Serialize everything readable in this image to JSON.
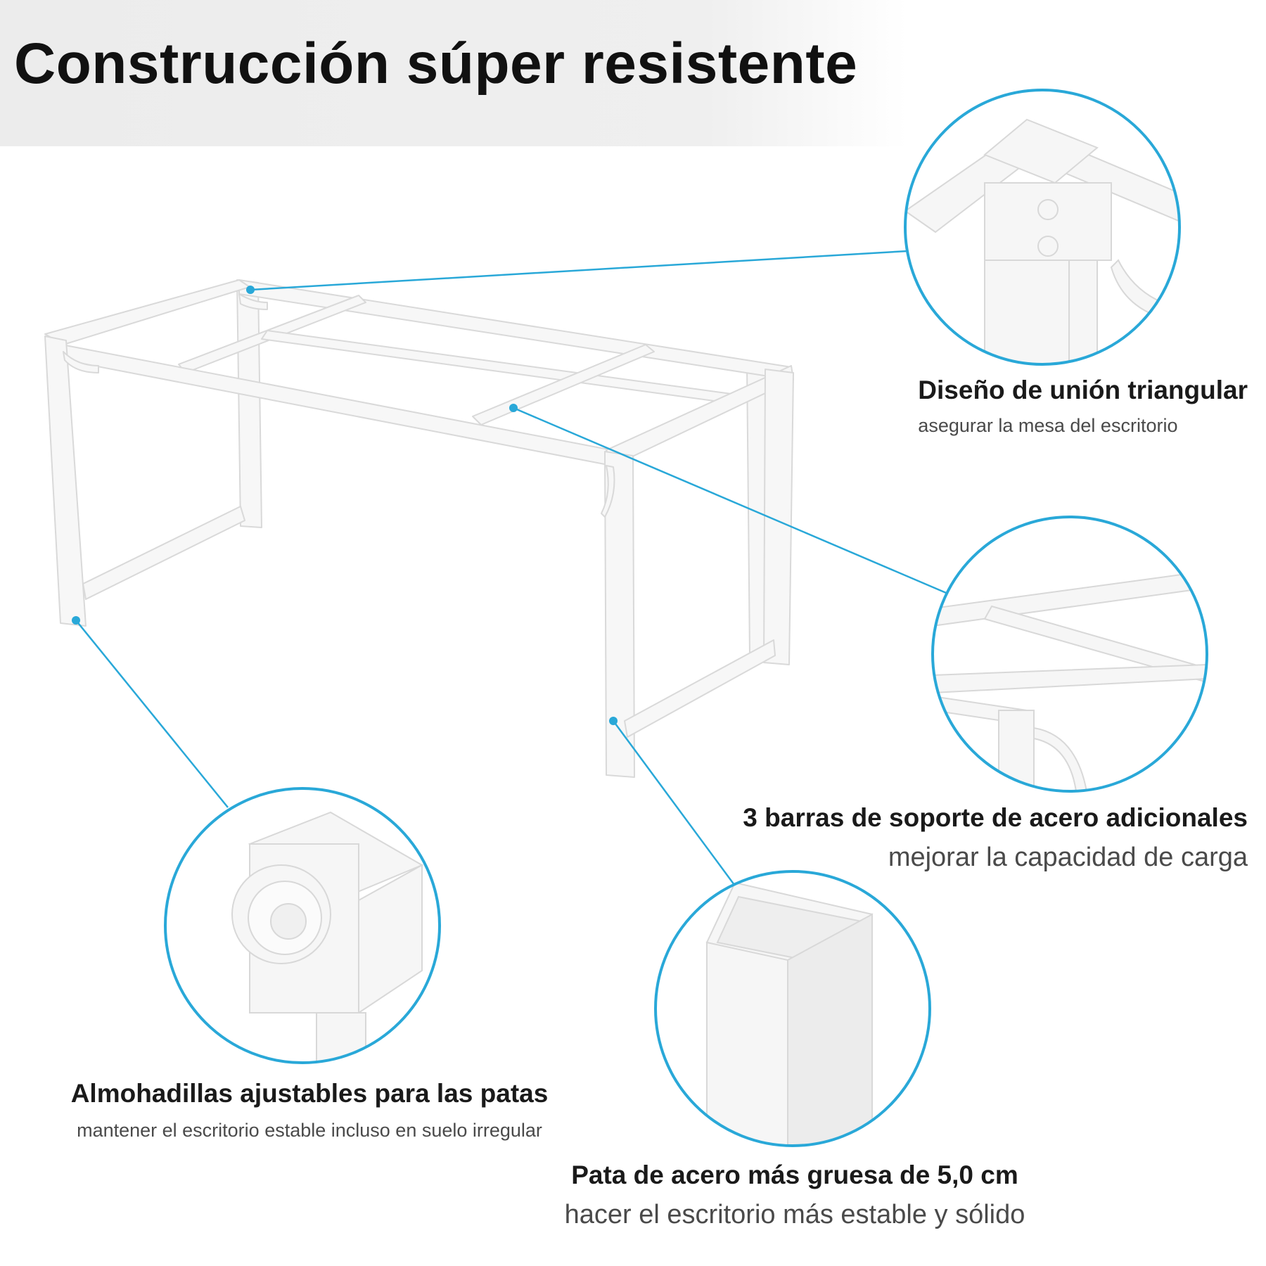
{
  "title": "Construcción súper resistente",
  "accent_color": "#29a8d8",
  "features": [
    {
      "main": "Diseño de unión triangular",
      "sub": "asegurar la mesa del escritorio"
    },
    {
      "main": "3 barras de soporte de acero adicionales",
      "sub": "mejorar la capacidad de carga"
    },
    {
      "main": "Almohadillas ajustables para las patas",
      "sub": "mantener el escritorio estable incluso en suelo irregular"
    },
    {
      "main": "Pata de acero más gruesa de 5,0 cm",
      "sub": "hacer el escritorio más estable y sólido"
    }
  ]
}
